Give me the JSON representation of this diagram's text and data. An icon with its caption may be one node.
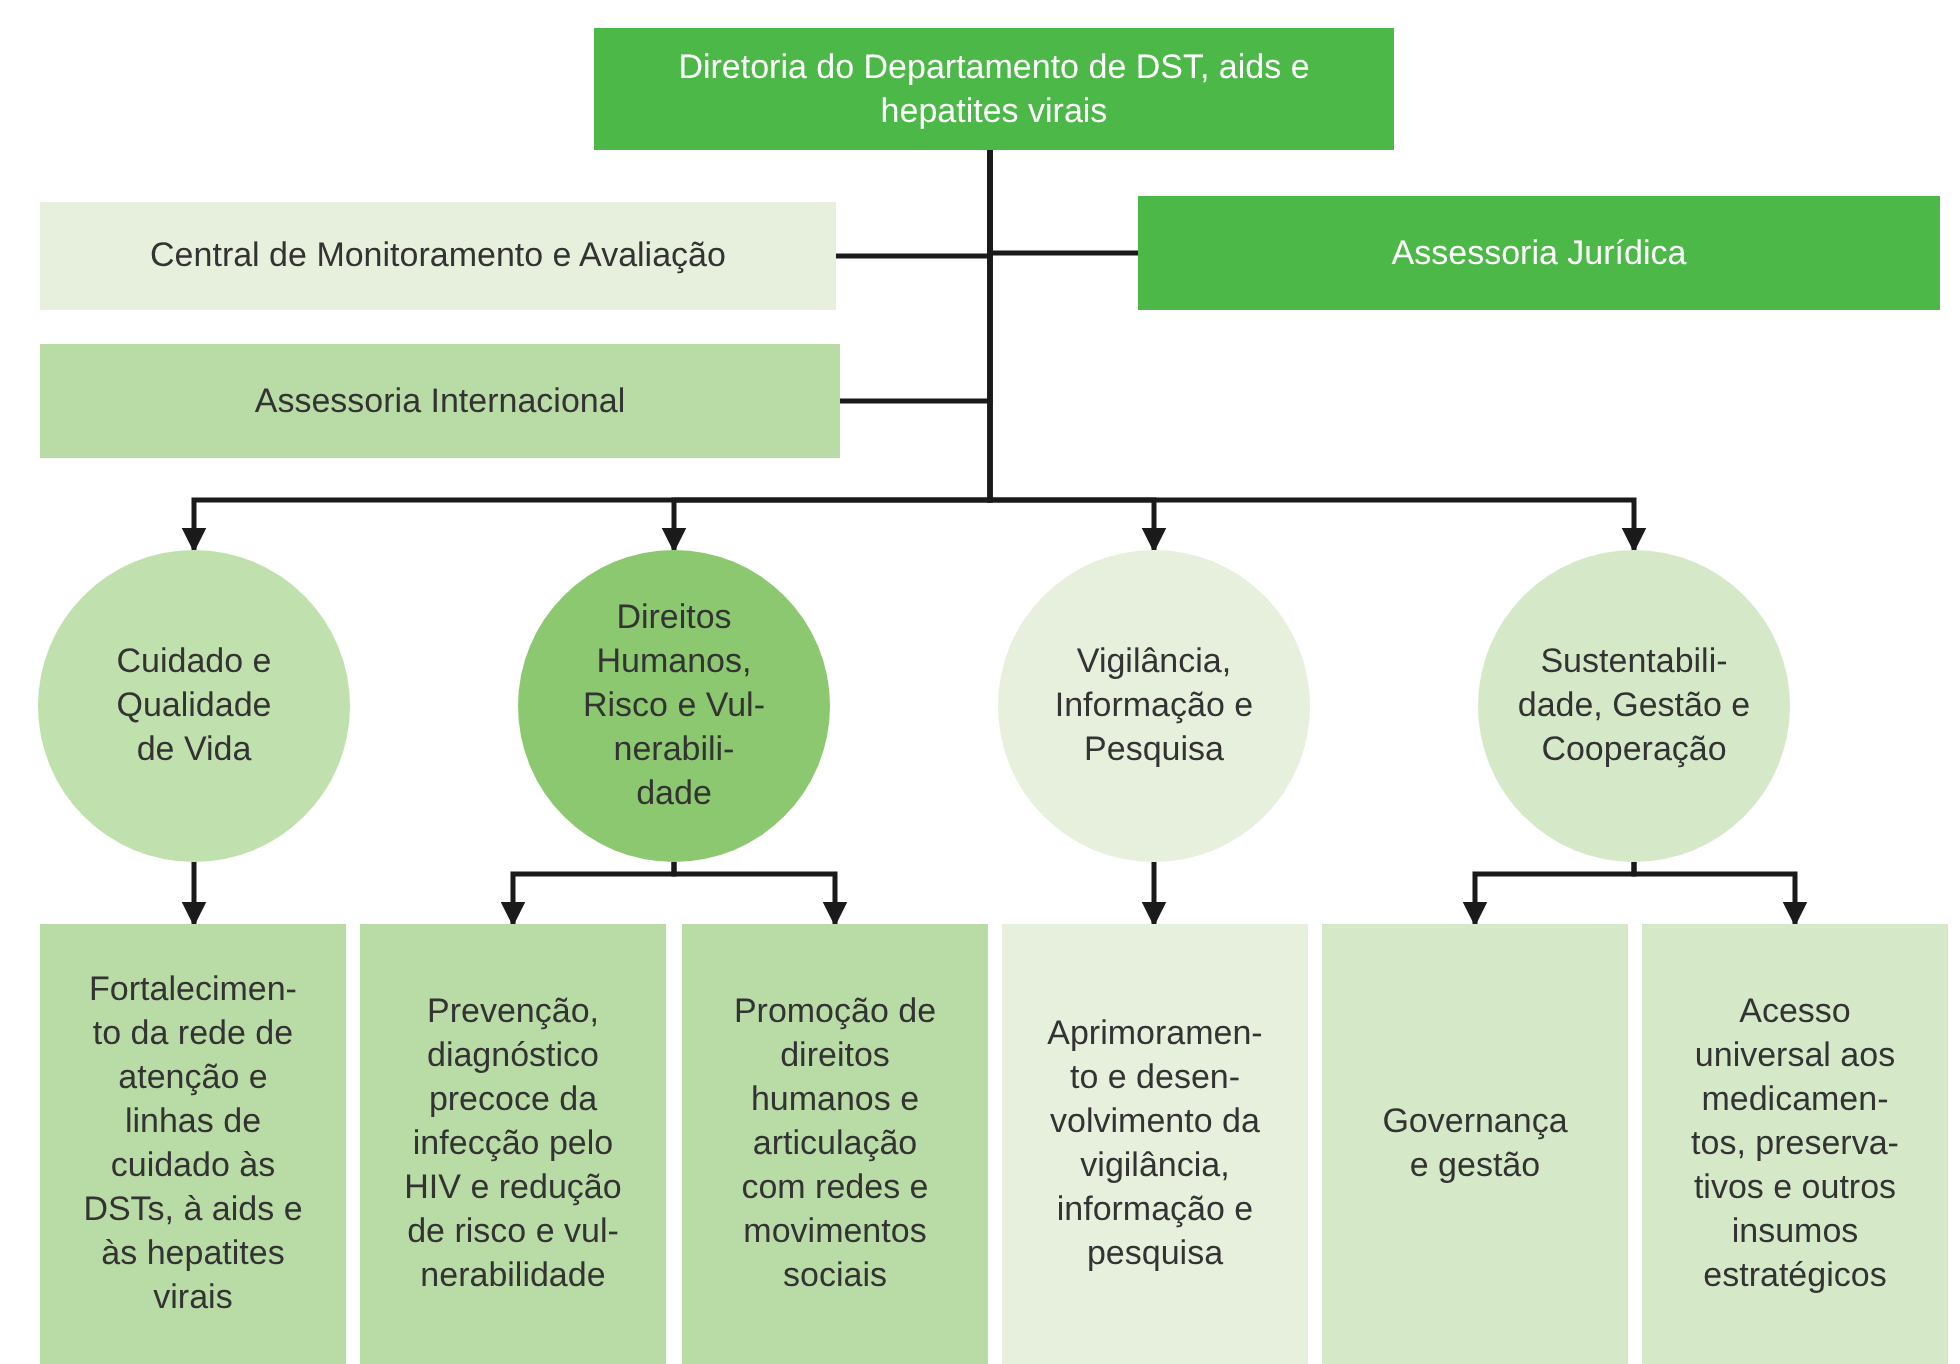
{
  "diagram": {
    "nodes": [
      {
        "text": [
          "Diretoria do Departamento de DST, aids e hepatites virais"
        ]
      },
      {
        "text": [
          "Central de Monitoramento e Avaliação"
        ]
      },
      {
        "text": [
          "Assessoria Jurídica"
        ]
      },
      {
        "text": [
          "Assessoria Internacional"
        ]
      },
      {
        "text": [
          "Cuidado e Qualidade de Vida"
        ]
      },
      {
        "text": [
          "Direitos Humanos, Risco e Vul- nerabili- dade"
        ]
      },
      {
        "text": [
          "Vigilância, Informação e Pesquisa"
        ]
      },
      {
        "text": [
          "Sustentabili- dade, Gestão e Cooperação"
        ]
      },
      {
        "text": [
          "Fortalecimen- to da rede de atenção e linhas de cuidado às DSTs, à aids e às hepatites virais"
        ]
      },
      {
        "text": [
          "Prevenção, diagnóstico precoce da infecção pelo HIV e redução de risco e vul- nerabilidade"
        ]
      },
      {
        "text": [
          "Promoção de direitos humanos e articulação com redes e movimentos sociais"
        ]
      },
      {
        "text": [
          "Aprimoramen- to e desen- volvimento da vigilância, informação e pesquisa"
        ]
      },
      {
        "text": [
          "Governança e gestão"
        ]
      },
      {
        "text": [
          "Acesso universal aos medicamen- tos, preserva- tivos e outros insumos estratégicos"
        ]
      }
    ],
    "edges": [
      {
        "from": 0,
        "to": 1,
        "arrow": "none"
      },
      {
        "from": 0,
        "to": 2,
        "arrow": "none"
      },
      {
        "from": 0,
        "to": 3,
        "arrow": "none"
      },
      {
        "from": 0,
        "to": 4,
        "arrow": "to"
      },
      {
        "from": 0,
        "to": 5,
        "arrow": "to"
      },
      {
        "from": 0,
        "to": 6,
        "arrow": "to"
      },
      {
        "from": 0,
        "to": 7,
        "arrow": "to"
      },
      {
        "from": 4,
        "to": 8,
        "arrow": "to"
      },
      {
        "from": 5,
        "to": 9,
        "arrow": "to"
      },
      {
        "from": 5,
        "to": 10,
        "arrow": "to"
      },
      {
        "from": 6,
        "to": 11,
        "arrow": "to"
      },
      {
        "from": 7,
        "to": 12,
        "arrow": "to"
      },
      {
        "from": 7,
        "to": 13,
        "arrow": "to"
      }
    ]
  }
}
